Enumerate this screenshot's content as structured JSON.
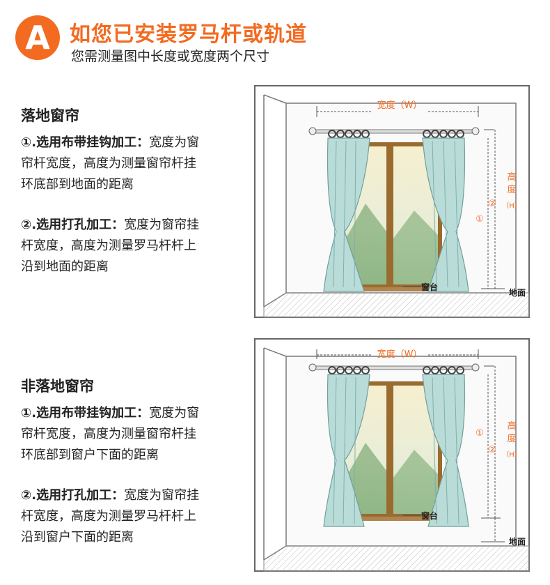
{
  "header": {
    "badge": "A",
    "title": "如您已安装罗马杆或轨道",
    "subtitle": "您需测量图中长度或宽度两个尺寸"
  },
  "sections": [
    {
      "title": "落地窗帘",
      "item1_label": "①.选用布带挂钩加工：",
      "item1_line1": "宽度为窗",
      "item1_line2": "帘杆宽度，高度为测量窗帘杆挂",
      "item1_line3": "环底部到地面的距离",
      "item2_label": "②.选用打孔加工：",
      "item2_line1": "宽度为窗帘挂",
      "item2_line2": "杆宽度，高度为测量罗马杆杆上",
      "item2_line3": "沿到地面的距离"
    },
    {
      "title": "非落地窗帘",
      "item1_label": "①.选用布带挂钩加工：",
      "item1_line1": "宽度为窗",
      "item1_line2": "帘杆宽度，高度为测量窗帘杆挂",
      "item1_line3": "环底部到窗户下面的距离",
      "item2_label": "②.选用打孔加工：",
      "item2_line1": "宽度为窗帘挂",
      "item2_line2": "杆宽度，高度为测量罗马杆杆上",
      "item2_line3": "沿到窗户下面的距离"
    }
  ],
  "figures": [
    {
      "width_label": "宽度（W）",
      "height_label_1": "高",
      "height_label_2": "度",
      "height_label_3": "（H）",
      "marker1": "①",
      "marker2": "②",
      "sill_label": "窗台",
      "floor_label": "地面"
    },
    {
      "width_label": "宽度（W）",
      "height_label_1": "高",
      "height_label_2": "度",
      "height_label_3": "（H）",
      "marker1": "①",
      "marker2": "②",
      "sill_label": "窗台",
      "floor_label": "地面"
    }
  ],
  "colors": {
    "accent": "#f26b21",
    "curtain": "#b9dcd8",
    "frame": "#9a6b2e"
  }
}
